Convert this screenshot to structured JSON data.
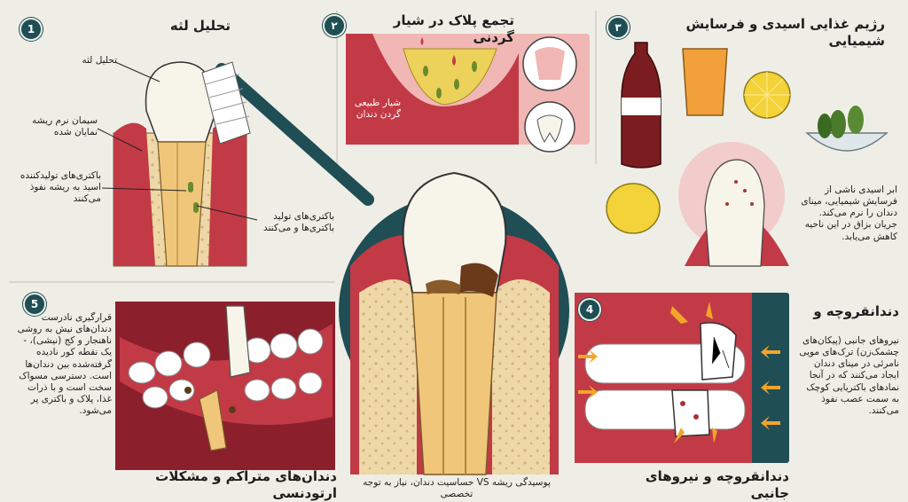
{
  "badges": {
    "b1": "1",
    "b2": "۲",
    "b3": "۳",
    "b4": "4",
    "b5": "5"
  },
  "panel1": {
    "title": "تحلیل لثه",
    "l_gum": "تحلیل لثه",
    "l_cementum": "سیمان نرم ریشه نمایان شده",
    "l_acid": "باکتری‌های تولیدکننده اسید به ریشه نفوذ می‌کنند",
    "l_bacteria": "باکتری‌های تولید باکتری‌ها و می‌کنند"
  },
  "panel2": {
    "title": "تجمع پلاک در شیار گردنی",
    "l_groove": "شیار طبیعی گردن دندان"
  },
  "panel3": {
    "title": "رژیم غذایی اسیدی و فرسایش شیمیایی",
    "desc": "ابر اسیدی ناشی از فرسایش شیمیایی، مینای دندان را نرم می‌کند. جریان بزاق در این ناحیه کاهش می‌یابد."
  },
  "panel4": {
    "title": "دندانقروچه و",
    "desc": "نیروهای جانبی (پیکان‌های چشمک‌زن) ترک‌های مویی نامرئی در مینای دندان ایجاد می‌کنند که در آنجا نمادهای باکتریایی کوچک به سمت عصب نفوذ می‌کنند.",
    "caption": "دندانقروچه و نیروهای جانبی"
  },
  "panel5": {
    "desc": "قرارگیری نادرست دندان‌های نیش به روشی ناهنجار و کج (نیشی)، - یک نقطه کور نادیده گرفته‌شده بین دندان‌ها است. دسترسی مسواک سخت است و با ذرات غذا، پلاک و باکتری پر می‌شود.",
    "caption": "دندان‌های متراکم و مشکلات ارتودنسی"
  },
  "center": {
    "caption": "پوسیدگی ریشه VS حساسیت دندان، نیاز به توجه تخصصی"
  },
  "colors": {
    "teal": "#1f4e55",
    "gum": "#c23a46",
    "gumDark": "#8c1f2c",
    "bone": "#efd8a8",
    "enamel": "#f7f4ea",
    "bg": "#efeee6"
  }
}
